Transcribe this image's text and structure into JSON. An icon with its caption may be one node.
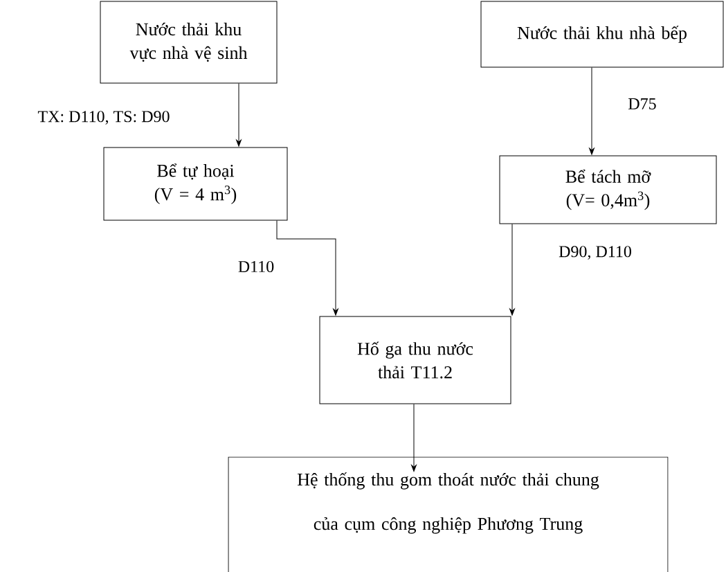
{
  "diagram": {
    "nodes": [
      {
        "text": [
          "Nước thải khu vực nhà vệ sinh"
        ]
      },
      {
        "text": [
          "Nước thải khu nhà bếp"
        ]
      },
      {
        "text": [
          "Bể tự hoại (V = 4 m$^{3}$)"
        ]
      },
      {
        "text": [
          "Bể tách mỡ (V= 0,4m$^{3}$)"
        ]
      },
      {
        "text": [
          "Hố ga thu nước thải T11.2"
        ]
      },
      {
        "text": [
          "Hệ thống thu gom thoát nước thải chung của cụm công nghiệp Phương Trung"
        ]
      }
    ],
    "edges": [
      {
        "from": 0,
        "to": 2,
        "arrow": "to",
        "label": "TX: D110, TS: D90"
      },
      {
        "from": 1,
        "to": 3,
        "arrow": "to",
        "label": "D75"
      },
      {
        "from": 2,
        "to": 4,
        "arrow": "to",
        "label": "D110"
      },
      {
        "from": 3,
        "to": 4,
        "arrow": "to",
        "label": "D90, D110"
      },
      {
        "from": 4,
        "to": 5,
        "arrow": "to"
      }
    ]
  }
}
